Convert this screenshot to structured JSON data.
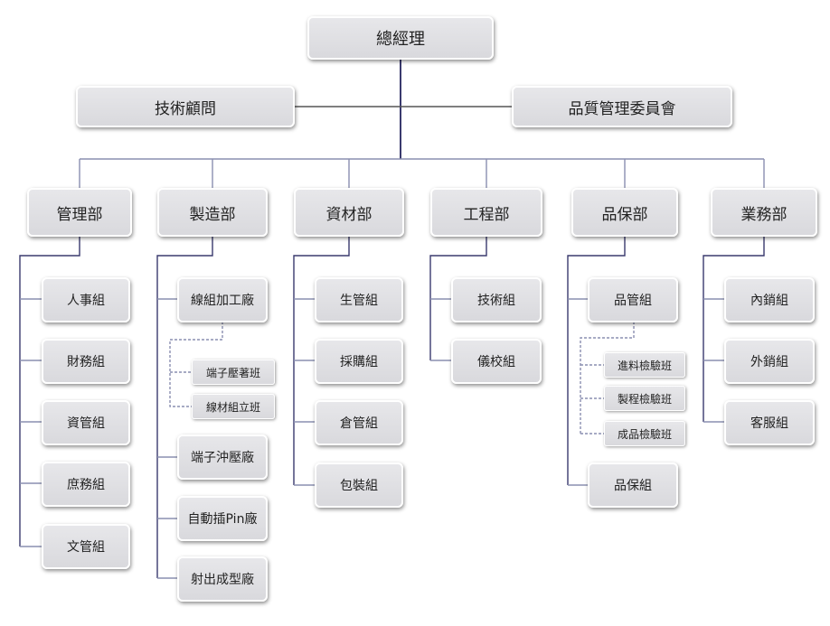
{
  "chart": {
    "root": "總經理",
    "advisor": "技術顧問",
    "quality_committee": "品質管理委員會",
    "departments": [
      {
        "name": "管理部",
        "groups": [
          "人事組",
          "財務組",
          "資管組",
          "庶務組",
          "文管組"
        ]
      },
      {
        "name": "製造部",
        "groups": [
          "線組加工廠",
          "端子沖壓廠",
          "自動插Pin廠",
          "射出成型廠"
        ],
        "subteams": [
          "端子壓著班",
          "線材組立班"
        ]
      },
      {
        "name": "資材部",
        "groups": [
          "生管組",
          "採購組",
          "倉管組",
          "包裝組"
        ]
      },
      {
        "name": "工程部",
        "groups": [
          "技術組",
          "儀校組"
        ]
      },
      {
        "name": "品保部",
        "groups": [
          "品管組",
          "品保組"
        ],
        "subteams": [
          "進料檢驗班",
          "製程檢驗班",
          "成品檢驗班"
        ]
      },
      {
        "name": "業務部",
        "groups": [
          "內銷組",
          "外銷組",
          "客服組"
        ]
      }
    ]
  },
  "colors": {
    "line": "#3a3a6e",
    "line_light": "#8a8fb0",
    "box": "#dedee1"
  }
}
